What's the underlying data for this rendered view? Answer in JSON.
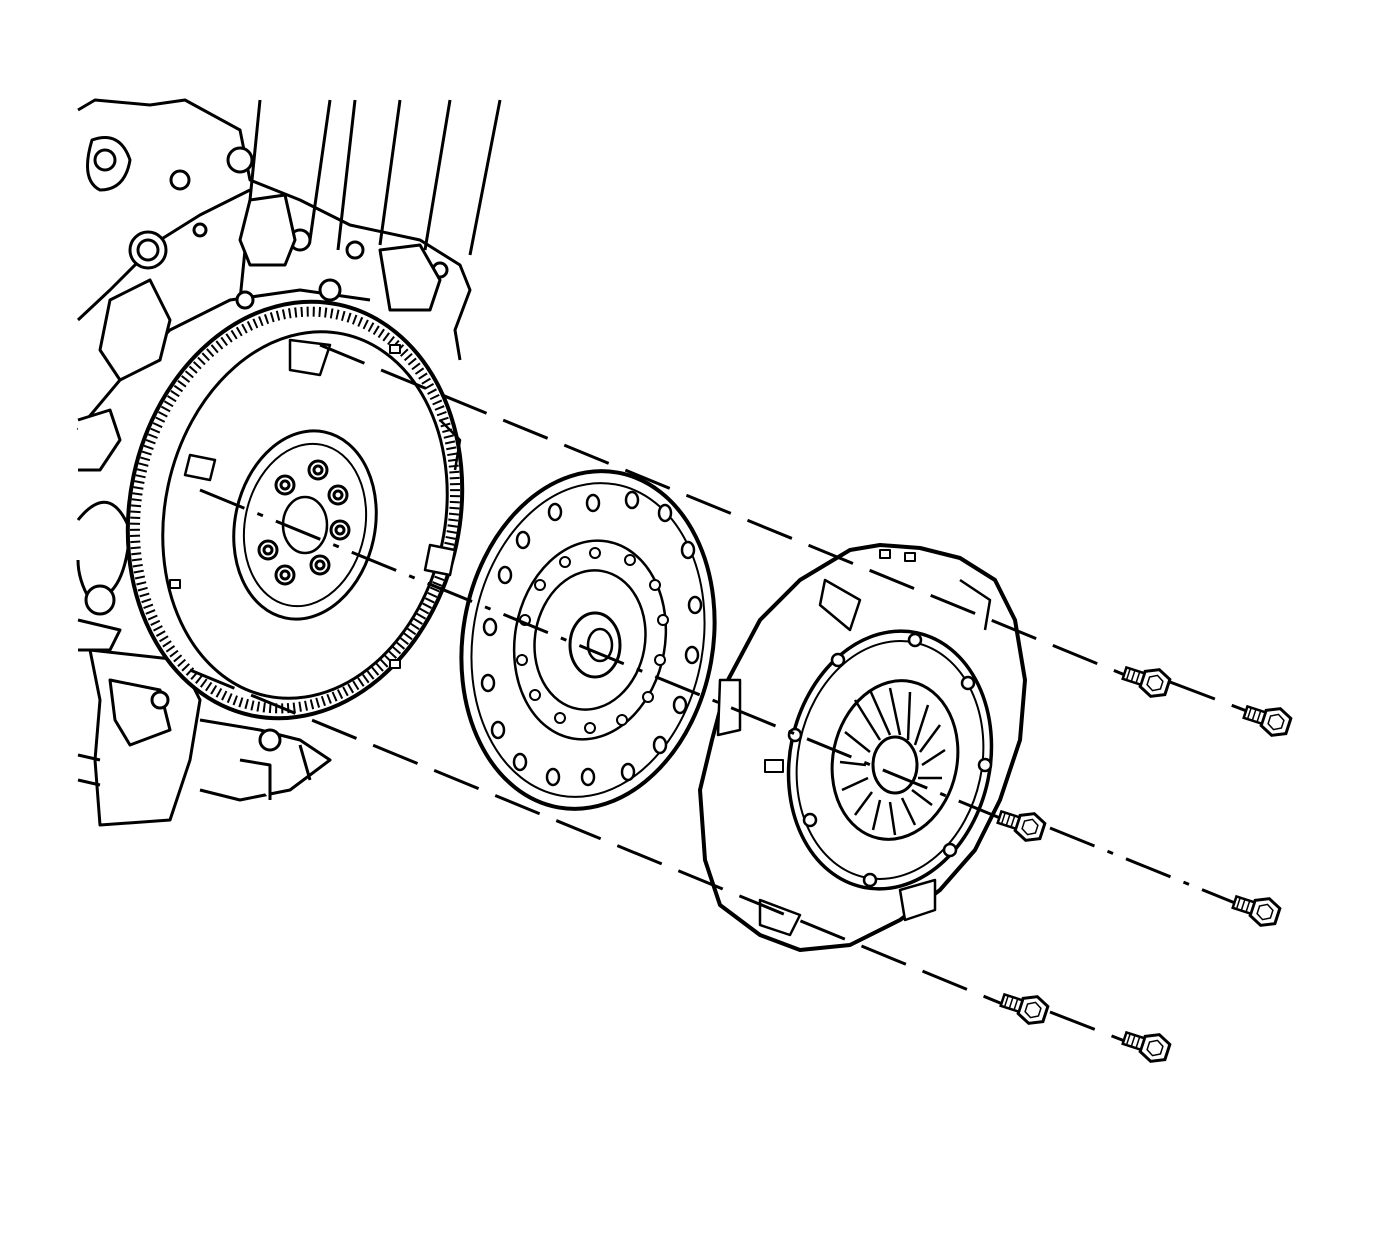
{
  "diagram": {
    "style": "black line-art exploded view",
    "colors": {
      "ink": "#000000",
      "paper": "#ffffff"
    },
    "components": [
      {
        "id": "engine-block",
        "label": ""
      },
      {
        "id": "flywheel",
        "label": ""
      },
      {
        "id": "clutch-disc",
        "label": ""
      },
      {
        "id": "pressure-plate",
        "label": ""
      },
      {
        "id": "bolts",
        "label": "",
        "count": 6
      }
    ]
  }
}
